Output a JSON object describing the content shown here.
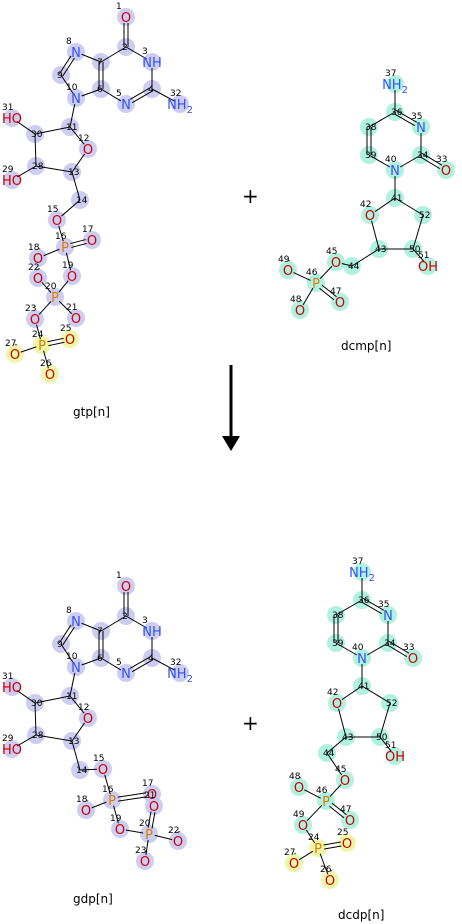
{
  "colors": {
    "background": "#ffffff",
    "bond": "#000000",
    "oxygen": "#cc0000",
    "nitrogen": "#3050f8",
    "phosphorus": "#e07b00",
    "highlight_gtp": "#c8c8f0",
    "highlight_dcmp": "#a8f0dc",
    "highlight_phosphate": "#eef5a0"
  },
  "reaction": {
    "plus_top": "+",
    "plus_bottom": "+",
    "arrow": "reaction-arrow"
  },
  "molecules": {
    "gtp": {
      "name": "gtp[n]",
      "atoms": [
        {
          "id": "1",
          "label": "O",
          "element": "O",
          "charge": ""
        },
        {
          "id": "3",
          "label": "NH",
          "element": "N",
          "charge": ""
        },
        {
          "id": "32",
          "label": "NH",
          "sub": "2",
          "element": "N",
          "charge": ""
        },
        {
          "id": "5",
          "label": "N",
          "element": "N",
          "charge": ""
        },
        {
          "id": "8",
          "label": "N",
          "element": "N",
          "charge": ""
        },
        {
          "id": "10",
          "label": "N",
          "element": "N",
          "charge": ""
        },
        {
          "id": "31",
          "label": "HO",
          "element": "O",
          "charge": ""
        },
        {
          "id": "29",
          "label": "HO",
          "element": "O",
          "charge": ""
        },
        {
          "id": "12",
          "label": "O",
          "element": "O",
          "charge": ""
        },
        {
          "id": "15",
          "label": "O",
          "element": "O",
          "charge": ""
        },
        {
          "id": "16",
          "label": "P",
          "element": "P",
          "charge": ""
        },
        {
          "id": "17",
          "label": "O",
          "element": "O",
          "charge": ""
        },
        {
          "id": "18",
          "label": "O",
          "element": "O",
          "charge": "-"
        },
        {
          "id": "19",
          "label": "O",
          "element": "O",
          "charge": ""
        },
        {
          "id": "20",
          "label": "P",
          "element": "P",
          "charge": ""
        },
        {
          "id": "21",
          "label": "O",
          "element": "O",
          "charge": ""
        },
        {
          "id": "22",
          "label": "O",
          "element": "O",
          "charge": "-"
        },
        {
          "id": "23",
          "label": "O",
          "element": "O",
          "charge": ""
        },
        {
          "id": "24",
          "label": "P",
          "element": "P",
          "charge": ""
        },
        {
          "id": "25",
          "label": "O",
          "element": "O",
          "charge": ""
        },
        {
          "id": "26",
          "label": "O",
          "element": "O",
          "charge": "-"
        },
        {
          "id": "27",
          "label": "O",
          "element": "O",
          "charge": "-"
        }
      ],
      "carbon_indices": [
        "2",
        "4",
        "6",
        "7",
        "9",
        "11",
        "13",
        "14",
        "28",
        "30"
      ]
    },
    "dcmp": {
      "name": "dcmp[n]",
      "atoms": [
        {
          "id": "37",
          "label": "NH",
          "sub": "2",
          "element": "N",
          "charge": ""
        },
        {
          "id": "35",
          "label": "N",
          "element": "N",
          "charge": ""
        },
        {
          "id": "40",
          "label": "N",
          "element": "N",
          "charge": ""
        },
        {
          "id": "33",
          "label": "O",
          "element": "O",
          "charge": ""
        },
        {
          "id": "42",
          "label": "O",
          "element": "O",
          "charge": ""
        },
        {
          "id": "51",
          "label": "OH",
          "element": "O",
          "charge": ""
        },
        {
          "id": "45",
          "label": "O",
          "element": "O",
          "charge": ""
        },
        {
          "id": "46",
          "label": "P",
          "element": "P",
          "charge": ""
        },
        {
          "id": "47",
          "label": "O",
          "element": "O",
          "charge": ""
        },
        {
          "id": "48",
          "label": "O",
          "element": "O",
          "charge": "-"
        },
        {
          "id": "49",
          "label": "O",
          "element": "O",
          "charge": "-"
        }
      ],
      "carbon_indices": [
        "34",
        "36",
        "38",
        "39",
        "41",
        "43",
        "44",
        "50",
        "52"
      ]
    },
    "gdp": {
      "name": "gdp[n]",
      "atoms": [
        {
          "id": "1",
          "label": "O",
          "element": "O",
          "charge": ""
        },
        {
          "id": "3",
          "label": "NH",
          "element": "N",
          "charge": ""
        },
        {
          "id": "32",
          "label": "NH",
          "sub": "2",
          "element": "N",
          "charge": ""
        },
        {
          "id": "5",
          "label": "N",
          "element": "N",
          "charge": ""
        },
        {
          "id": "8",
          "label": "N",
          "element": "N",
          "charge": ""
        },
        {
          "id": "10",
          "label": "N",
          "element": "N",
          "charge": ""
        },
        {
          "id": "31",
          "label": "HO",
          "element": "O",
          "charge": ""
        },
        {
          "id": "29",
          "label": "HO",
          "element": "O",
          "charge": ""
        },
        {
          "id": "12",
          "label": "O",
          "element": "O",
          "charge": ""
        },
        {
          "id": "15",
          "label": "O",
          "element": "O",
          "charge": ""
        },
        {
          "id": "16",
          "label": "P",
          "element": "P",
          "charge": ""
        },
        {
          "id": "17",
          "label": "O",
          "element": "O",
          "charge": ""
        },
        {
          "id": "18",
          "label": "O",
          "element": "O",
          "charge": "-"
        },
        {
          "id": "19",
          "label": "O",
          "element": "O",
          "charge": ""
        },
        {
          "id": "20",
          "label": "P",
          "element": "P",
          "charge": ""
        },
        {
          "id": "21",
          "label": "O",
          "element": "O",
          "charge": ""
        },
        {
          "id": "22",
          "label": "O",
          "element": "O",
          "charge": "-"
        },
        {
          "id": "23",
          "label": "O",
          "element": "O",
          "charge": "-"
        }
      ],
      "carbon_indices": [
        "2",
        "4",
        "6",
        "7",
        "9",
        "11",
        "13",
        "14",
        "28",
        "30"
      ]
    },
    "dcdp": {
      "name": "dcdp[n]",
      "atoms": [
        {
          "id": "37",
          "label": "NH",
          "sub": "2",
          "element": "N",
          "charge": ""
        },
        {
          "id": "35",
          "label": "N",
          "element": "N",
          "charge": ""
        },
        {
          "id": "40",
          "label": "N",
          "element": "N",
          "charge": ""
        },
        {
          "id": "33",
          "label": "O",
          "element": "O",
          "charge": ""
        },
        {
          "id": "42",
          "label": "O",
          "element": "O",
          "charge": ""
        },
        {
          "id": "51",
          "label": "OH",
          "element": "O",
          "charge": ""
        },
        {
          "id": "45",
          "label": "O",
          "element": "O",
          "charge": ""
        },
        {
          "id": "46",
          "label": "P",
          "element": "P",
          "charge": ""
        },
        {
          "id": "47",
          "label": "O",
          "element": "O",
          "charge": ""
        },
        {
          "id": "48",
          "label": "O",
          "element": "O",
          "charge": "-"
        },
        {
          "id": "49",
          "label": "O",
          "element": "O",
          "charge": ""
        },
        {
          "id": "24",
          "label": "P",
          "element": "P",
          "charge": ""
        },
        {
          "id": "25",
          "label": "O",
          "element": "O",
          "charge": ""
        },
        {
          "id": "26",
          "label": "O",
          "element": "O",
          "charge": "-"
        },
        {
          "id": "27",
          "label": "O",
          "element": "O",
          "charge": "-"
        }
      ],
      "carbon_indices": [
        "34",
        "36",
        "38",
        "39",
        "41",
        "43",
        "44",
        "50",
        "52"
      ]
    }
  }
}
